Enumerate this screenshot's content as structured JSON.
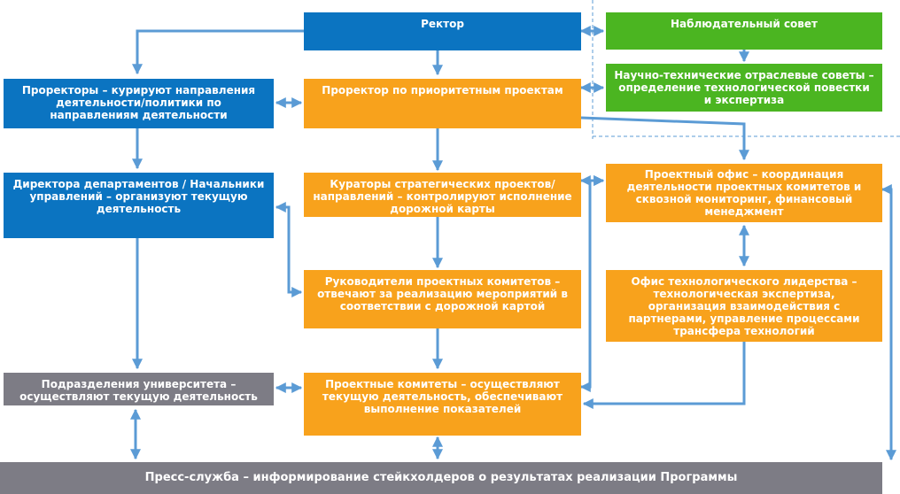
{
  "boxes": {
    "rector": "Ректор",
    "supervisory_board": "Наблюдательный совет",
    "scitech_councils": "Научно-технические отраслевые советы – определение технологической повестки и экспертиза",
    "vice_rectors": "Проректоры – курируют направления деятельности/политики по направлениям деятельности",
    "vice_rector_priority": "Проректор по приоритетным проектам",
    "directors": "Директора департаментов / Начальники управлений – организуют текущую деятельность",
    "curators": "Кураторы стратегических проектов/направлений – контролируют исполнение дорожной карты",
    "project_office": "Проектный офис – координация деятельности проектных комитетов и сквозной мониторинг, финансовый менеджмент",
    "committee_heads": "Руководители проектных комитетов – отвечают за реализацию мероприятий в соответствии с дорожной картой",
    "tech_leadership_office": "Офис технологического лидерства – технологическая экспертиза, организация взаимодействия с партнерами, управление процессами трансфера технологий",
    "university_units": "Подразделения университета – осуществляют текущую деятельность",
    "project_committees": "Проектные комитеты – осуществляют текущую деятельность, обеспечивают выполнение показателей",
    "press_service": "Пресс-служба – информирование стейкхолдеров о результатах реализации Программы"
  },
  "colors": {
    "blue": "#0b74c1",
    "orange": "#f8a21c",
    "green": "#4bb521",
    "grey": "#7d7c85",
    "connector": "#5b9bd5"
  }
}
